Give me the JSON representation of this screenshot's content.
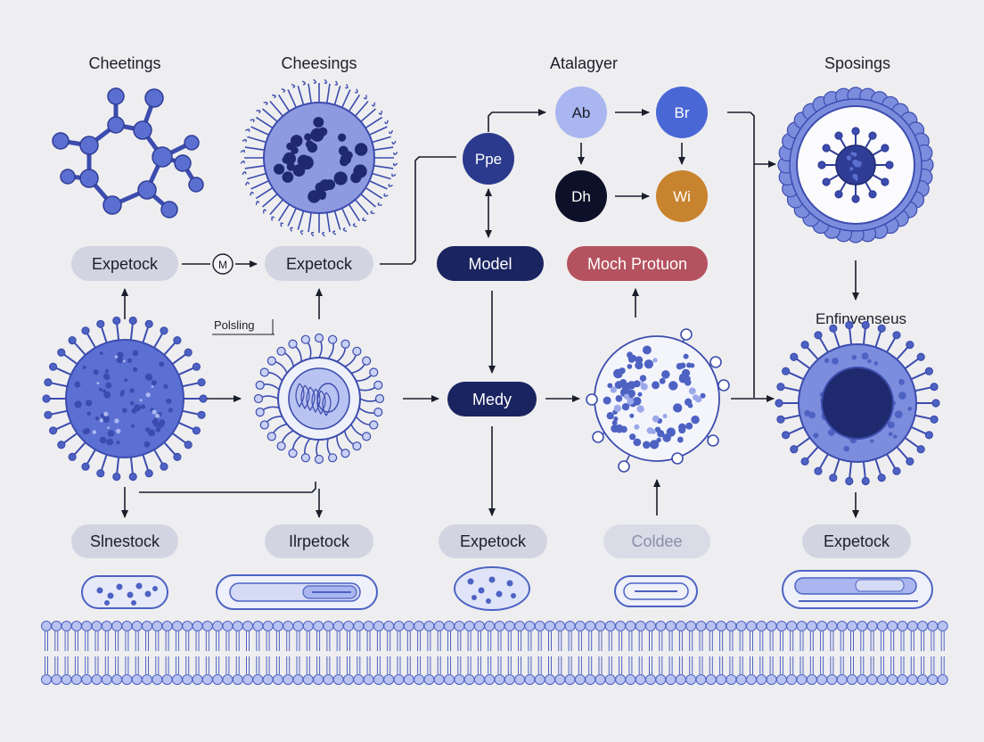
{
  "titles": {
    "col1": "Cheetings",
    "col2": "Cheesings",
    "col3": "Atalagyer",
    "col5": "Sposings",
    "right_mid": "Enfinvenseus",
    "annotation": "Polsling"
  },
  "labels": {
    "pill_r1_1": "Expetock",
    "pill_r1_2": "Expetock",
    "pill_model": "Model",
    "pill_moch": "Moch Protuon",
    "pill_medy": "Medy",
    "pill_b1": "Slnestock",
    "pill_b2": "Ilrpetock",
    "pill_b3": "Expetock",
    "pill_b4": "Coldee",
    "pill_b5": "Expetock",
    "arrow_marker": "M"
  },
  "nodes": {
    "ppe": "Ppe",
    "ab": "Ab",
    "br": "Br",
    "dh": "Dh",
    "wi": "Wi"
  },
  "colors": {
    "background": "#eeeef0",
    "primary_blue": "#4d62c2",
    "light_blue": "#a9b6ef",
    "dark_navy": "#1a2460",
    "pill_gray": "#d2d4e2",
    "moch_red": "#b5525f",
    "wi_orange": "#c8832e",
    "dh_black": "#0c1028"
  }
}
